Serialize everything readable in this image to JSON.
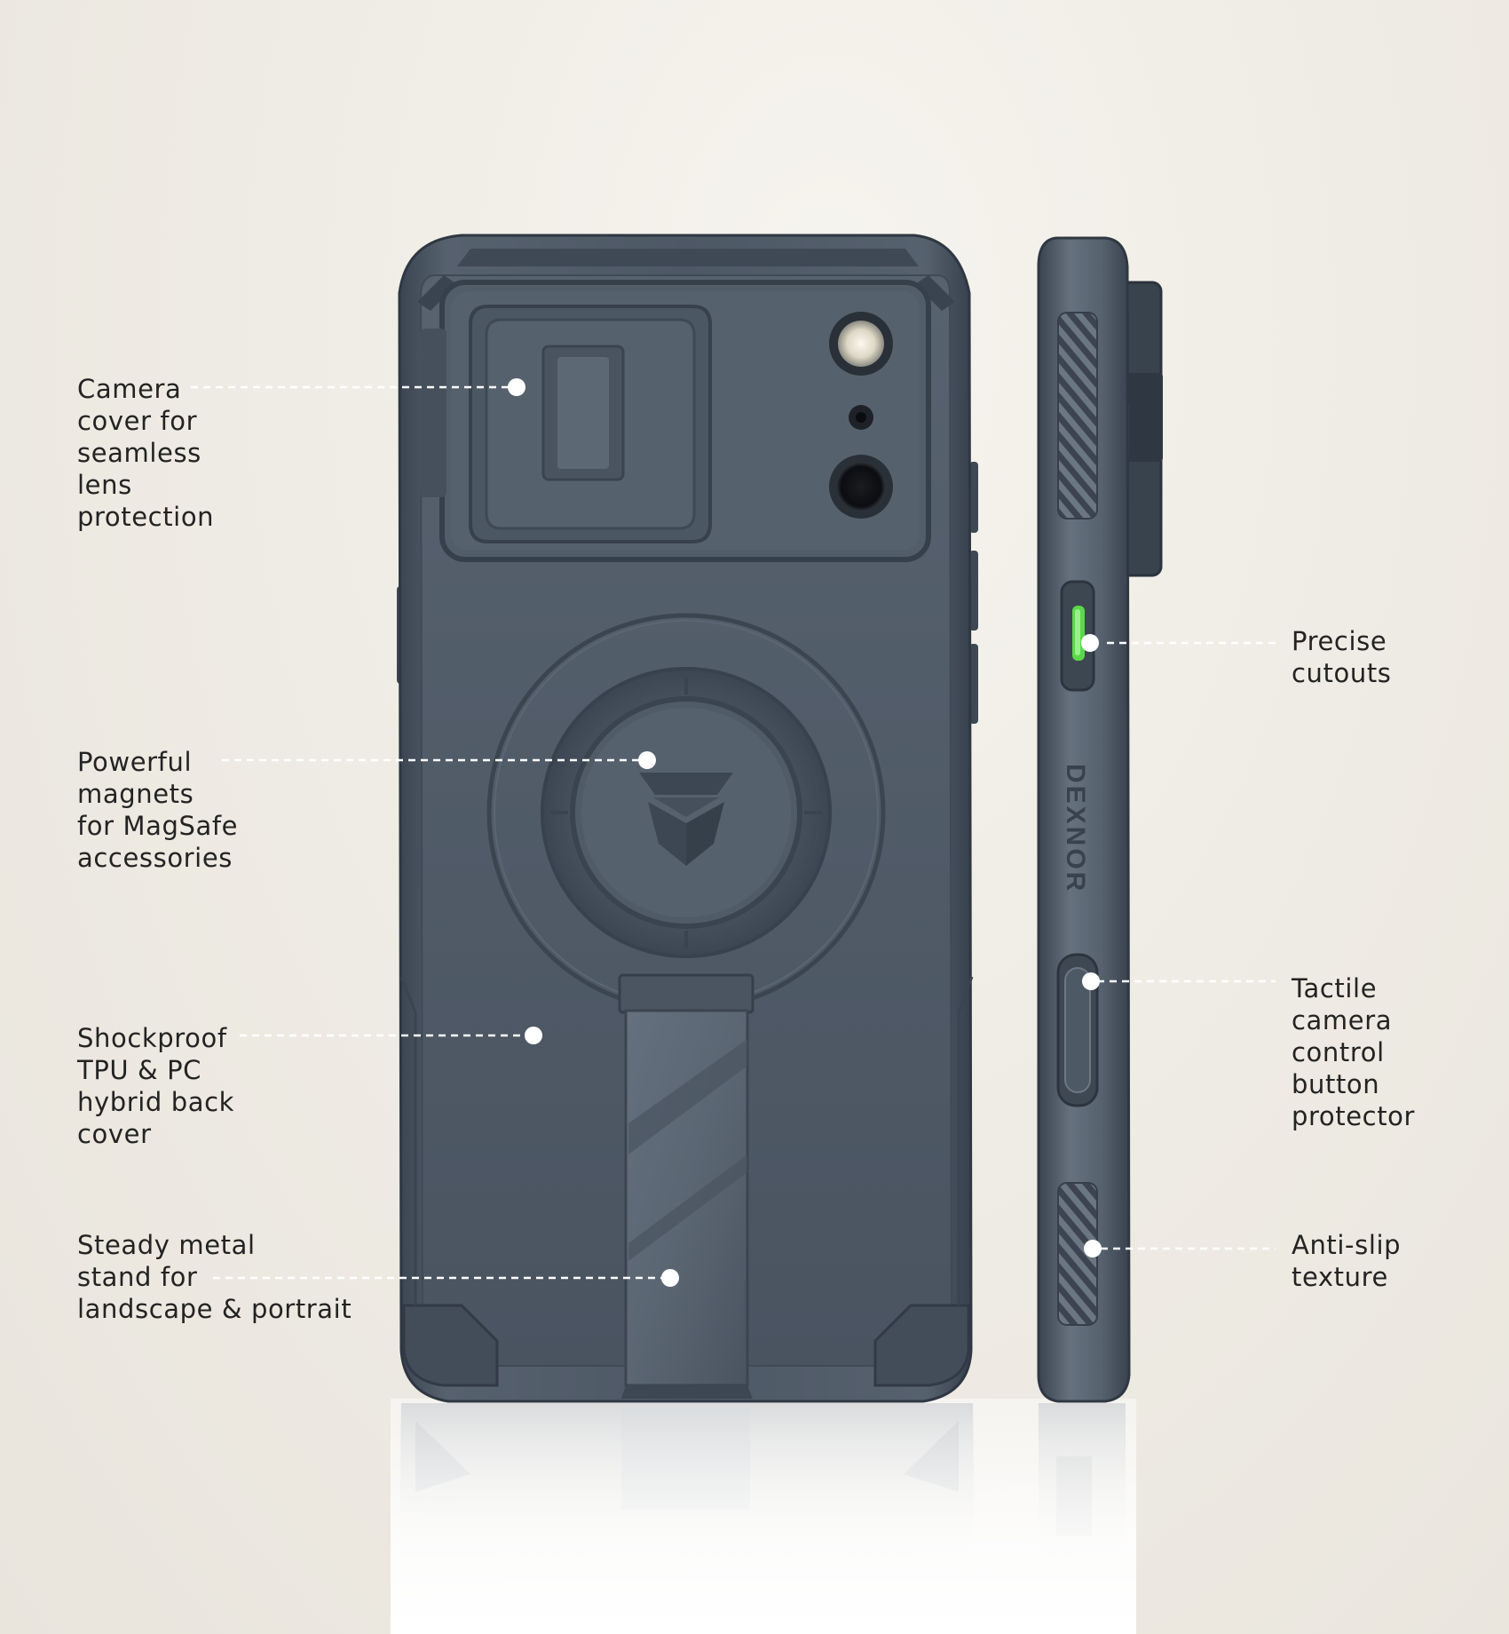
{
  "product": {
    "brand_mark": "DEXNOR",
    "case_color": "#4a5562",
    "accent_color": "#5ad84a"
  },
  "callouts": {
    "camera_cover": [
      "Camera",
      "cover for",
      "seamless",
      "lens",
      "protection"
    ],
    "magnets": [
      "Powerful",
      "magnets",
      "for MagSafe",
      "accessories"
    ],
    "shockproof": [
      "Shockproof",
      "TPU & PC",
      "hybrid back",
      "cover"
    ],
    "stand": [
      "Steady metal",
      "stand for",
      "landscape & portrait"
    ],
    "cutouts": [
      "Precise",
      "cutouts"
    ],
    "tactile_button": [
      "Tactile",
      "camera",
      "control",
      "button",
      "protector"
    ],
    "anti_slip": [
      "Anti-slip",
      "texture"
    ]
  }
}
